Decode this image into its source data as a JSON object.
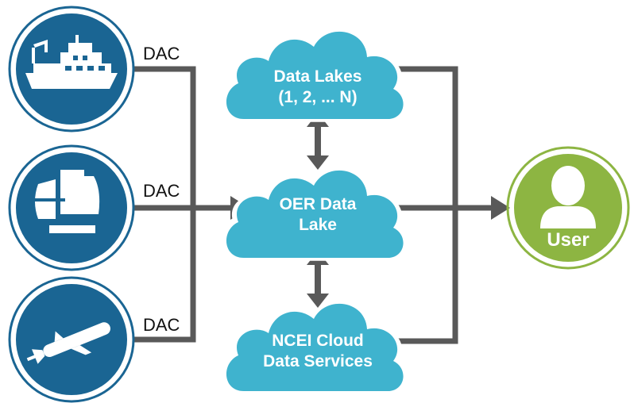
{
  "colors": {
    "source_circle": "#1a6593",
    "cloud": "#3fb3ce",
    "user_circle": "#8db542",
    "connector": "#595959",
    "text_on_shape": "#ffffff"
  },
  "sources": [
    {
      "icon": "ship-icon",
      "label": "DAC"
    },
    {
      "icon": "camera-platform-icon",
      "label": "DAC"
    },
    {
      "icon": "glider-icon",
      "label": "DAC"
    }
  ],
  "clouds": {
    "top": {
      "line1": "Data Lakes",
      "line2": "(1, 2, ... N)"
    },
    "middle": {
      "line1": "OER Data",
      "line2": "Lake"
    },
    "bottom": {
      "line1": "NCEI Cloud",
      "line2": "Data Services"
    }
  },
  "user": {
    "icon": "person-icon",
    "label": "User"
  }
}
